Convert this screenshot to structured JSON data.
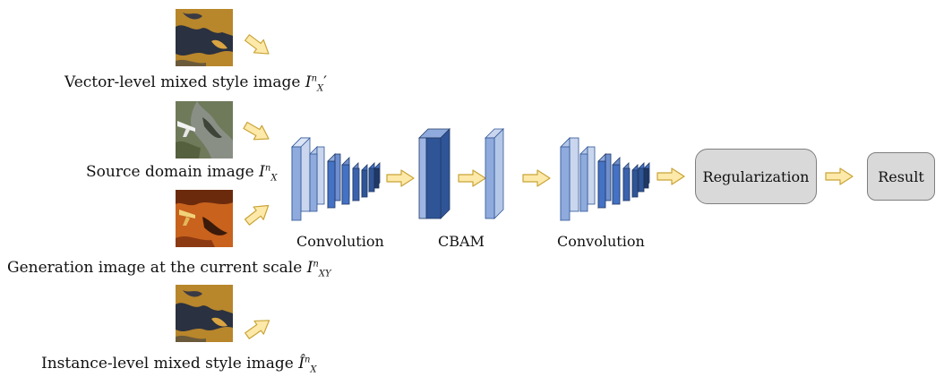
{
  "inputs": {
    "vector": {
      "label": "Vector-level mixed style image",
      "var": "I",
      "sup": "n",
      "sub": "X",
      "mark": "′"
    },
    "source": {
      "label": "Source domain image",
      "var": "I",
      "sup": "n",
      "sub": "X"
    },
    "generation": {
      "label": "Generation image at the current scale",
      "var": "I",
      "sup": "n",
      "sub": "XY"
    },
    "instance": {
      "label": "Instance-level mixed style image",
      "var": "Î",
      "sup": "n",
      "sub": "X"
    }
  },
  "stages": {
    "conv1": "Convolution",
    "cbam": "CBAM",
    "conv2": "Convolution",
    "regularization": "Regularization",
    "result": "Result"
  },
  "colors": {
    "arrow_fill": "#fde9a9",
    "arrow_stroke": "#c9a437",
    "block_light": "#8faadc",
    "block_mid": "#4472c4",
    "block_dark": "#2f5597",
    "box_fill": "#d9d9d9",
    "box_stroke": "#7f7f7f"
  }
}
